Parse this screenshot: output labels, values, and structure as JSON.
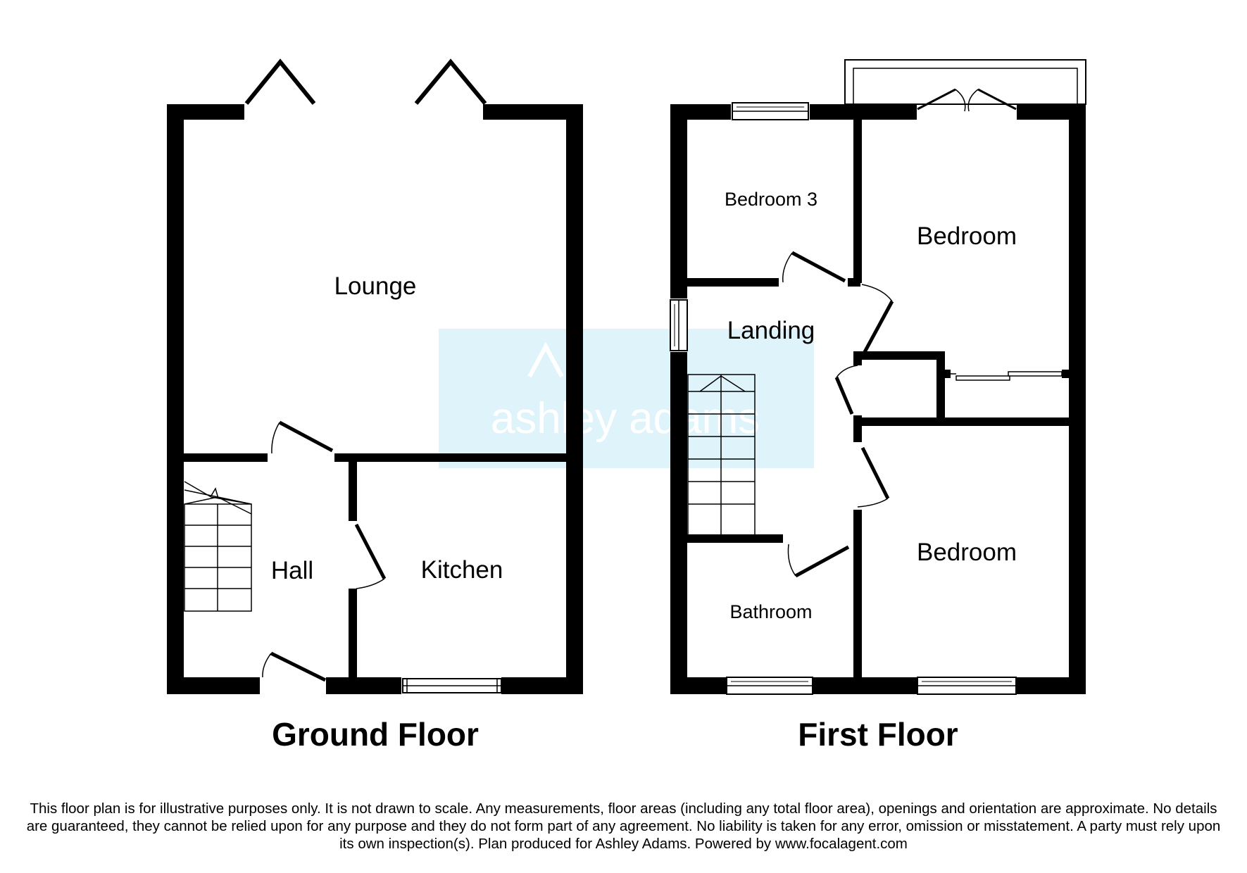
{
  "floors": [
    {
      "title": "Ground Floor",
      "rooms": [
        "Lounge",
        "Hall",
        "Kitchen"
      ]
    },
    {
      "title": "First Floor",
      "rooms": [
        "Bedroom 3",
        "Bedroom",
        "Landing",
        "Bedroom",
        "Bathroom"
      ]
    }
  ],
  "watermark": {
    "brand": "ashley adams"
  },
  "disclaimer": "This floor plan is for illustrative purposes only. It is not drawn to scale. Any measurements, floor areas (including any total floor area), openings and orientation are approximate. No details are guaranteed, they cannot be relied upon for any purpose and they do not form part of any agreement. No liability is taken for any error, omission or misstatement. A party must rely upon its own inspection(s). Plan produced for Ashley Adams. Powered by www.focalagent.com",
  "colors": {
    "wall": "#000000",
    "watermark": "#dff3fb"
  }
}
